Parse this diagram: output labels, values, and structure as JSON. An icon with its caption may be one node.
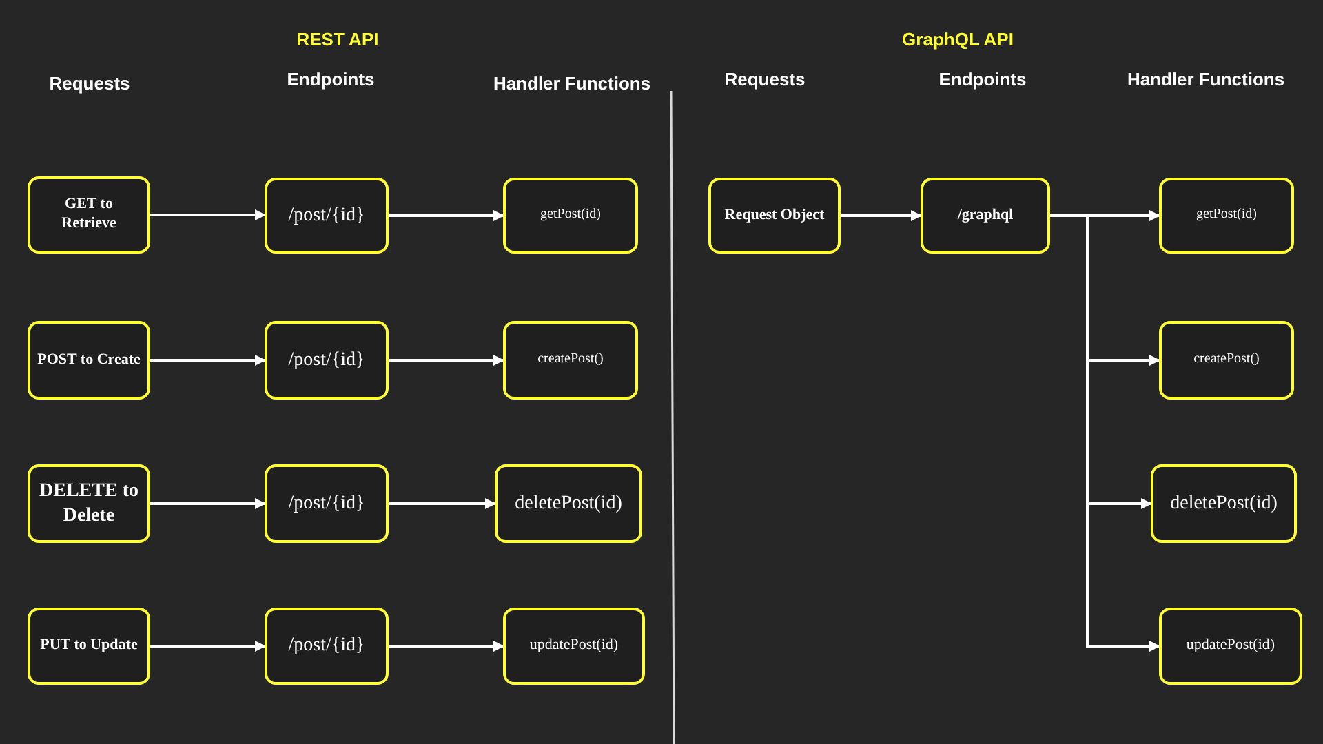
{
  "diagram": {
    "nodes": [
      {
        "text": [
          "GET to Retrieve"
        ]
      },
      {
        "text": [
          "/post/{id}"
        ]
      },
      {
        "text": [
          "getPost(id)"
        ]
      },
      {
        "text": [
          "POST to Create"
        ]
      },
      {
        "text": [
          "/post/{id}"
        ]
      },
      {
        "text": [
          "createPost()"
        ]
      },
      {
        "text": [
          "DELETE to Delete"
        ]
      },
      {
        "text": [
          "/post/{id}"
        ]
      },
      {
        "text": [
          "deletePost(id)"
        ]
      },
      {
        "text": [
          "PUT to Update"
        ]
      },
      {
        "text": [
          "/post/{id}"
        ]
      },
      {
        "text": [
          "updatePost(id)"
        ]
      },
      {
        "text": [
          "Request Object"
        ]
      },
      {
        "text": [
          "/graphql"
        ]
      },
      {
        "text": [
          "getPost(id)"
        ]
      },
      {
        "text": [
          "createPost()"
        ]
      },
      {
        "text": [
          "deletePost(id)"
        ]
      },
      {
        "text": [
          "updatePost(id)"
        ]
      }
    ],
    "edges": [
      {
        "from": 0,
        "to": 1,
        "arrow": "to"
      },
      {
        "from": 1,
        "to": 2,
        "arrow": "to"
      },
      {
        "from": 3,
        "to": 4,
        "arrow": "to"
      },
      {
        "from": 4,
        "to": 5,
        "arrow": "to"
      },
      {
        "from": 6,
        "to": 7,
        "arrow": "to"
      },
      {
        "from": 7,
        "to": 8,
        "arrow": "to"
      },
      {
        "from": 9,
        "to": 10,
        "arrow": "to"
      },
      {
        "from": 10,
        "to": 11,
        "arrow": "to"
      },
      {
        "from": 12,
        "to": 13,
        "arrow": "to"
      },
      {
        "from": 13,
        "to": 14,
        "arrow": "to"
      },
      {
        "from": 13,
        "to": 15,
        "arrow": "to"
      },
      {
        "from": 13,
        "to": 16,
        "arrow": "to"
      },
      {
        "from": 13,
        "to": 17,
        "arrow": "to"
      }
    ],
    "labels": [
      "REST API",
      "GraphQL API",
      "Requests",
      "Endpoints",
      "Handler Functions",
      "Requests",
      "Endpoints",
      "Handler Functions"
    ]
  }
}
